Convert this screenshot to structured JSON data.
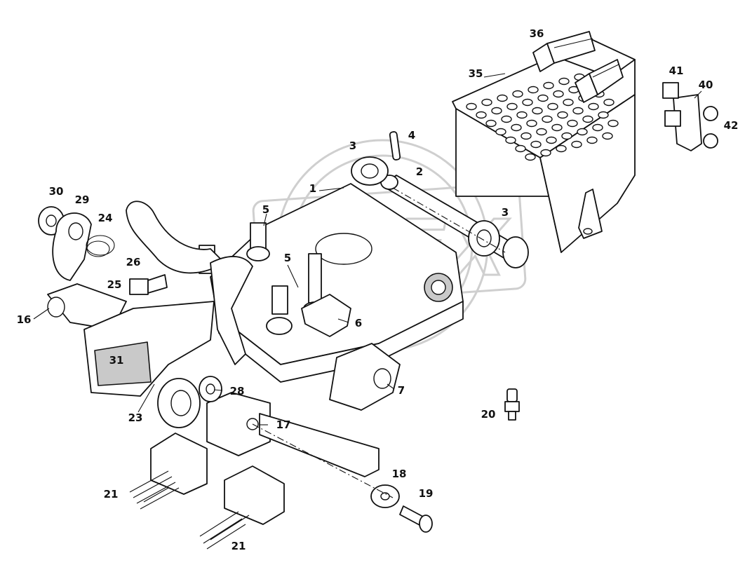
{
  "watermark": {
    "text": "OPEX"
  },
  "callouts": [
    {
      "id": "c36",
      "text": "36"
    },
    {
      "id": "c35",
      "text": "35"
    },
    {
      "id": "c41",
      "text": "41"
    },
    {
      "id": "c40",
      "text": "40"
    },
    {
      "id": "c42",
      "text": "42"
    },
    {
      "id": "c4",
      "text": "4"
    },
    {
      "id": "c3a",
      "text": "3"
    },
    {
      "id": "c2",
      "text": "2"
    },
    {
      "id": "c1",
      "text": "1"
    },
    {
      "id": "c30",
      "text": "30"
    },
    {
      "id": "c29",
      "text": "29"
    },
    {
      "id": "c24",
      "text": "24"
    },
    {
      "id": "c5a",
      "text": "5"
    },
    {
      "id": "c3b",
      "text": "3"
    },
    {
      "id": "c26",
      "text": "26"
    },
    {
      "id": "c25",
      "text": "25"
    },
    {
      "id": "c5b",
      "text": "5"
    },
    {
      "id": "c16",
      "text": "16"
    },
    {
      "id": "c6",
      "text": "6"
    },
    {
      "id": "c31",
      "text": "31"
    },
    {
      "id": "c7",
      "text": "7"
    },
    {
      "id": "c28",
      "text": "28"
    },
    {
      "id": "c23",
      "text": "23"
    },
    {
      "id": "c20",
      "text": "20"
    },
    {
      "id": "c17",
      "text": "17"
    },
    {
      "id": "c18",
      "text": "18"
    },
    {
      "id": "c19",
      "text": "19"
    },
    {
      "id": "c21a",
      "text": "21"
    },
    {
      "id": "c21b",
      "text": "21"
    }
  ]
}
